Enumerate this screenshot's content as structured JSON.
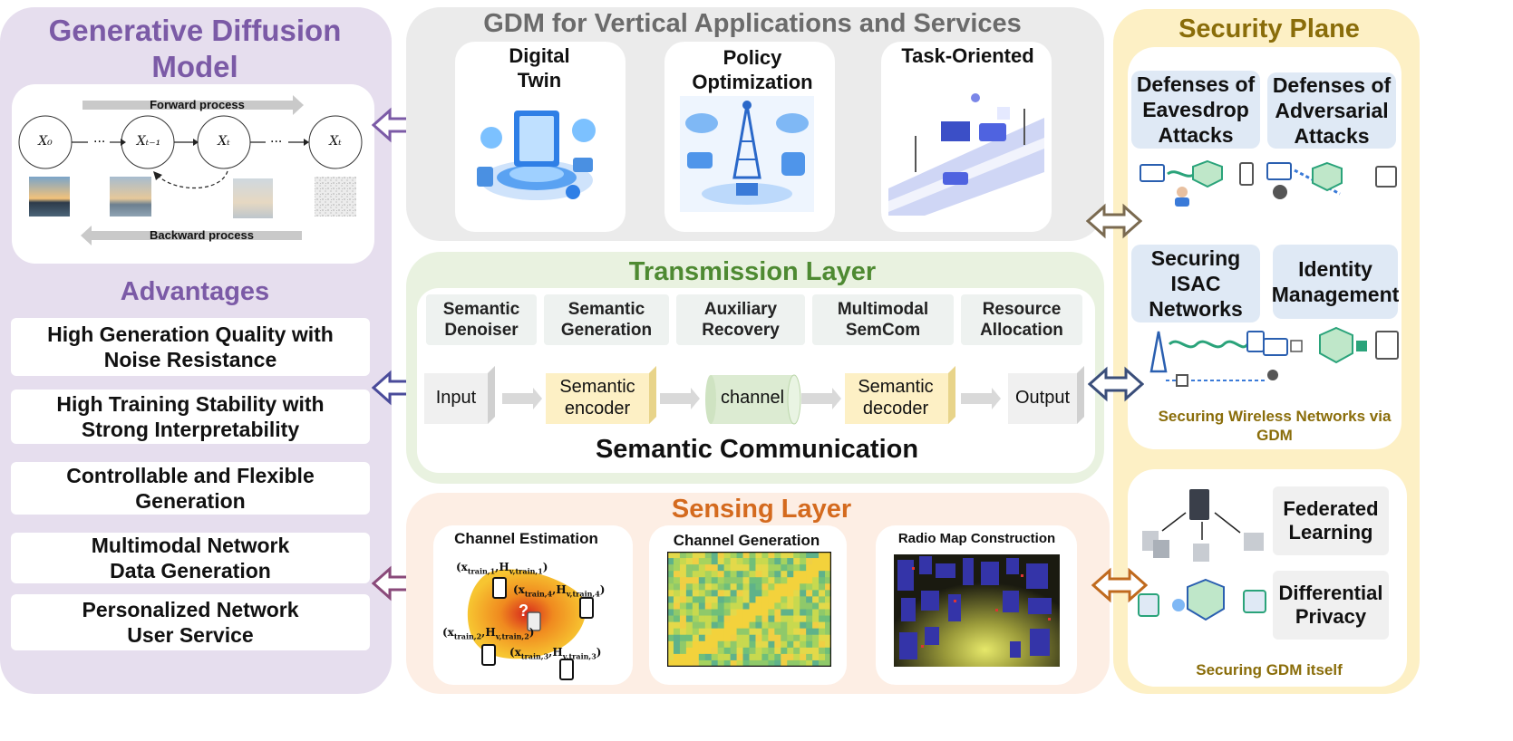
{
  "gdm_panel": {
    "title": "Generative Diffusion Model",
    "forward": "Forward process",
    "backward": "Backward process",
    "nodes": [
      "X₀",
      "Xₜ₋₁",
      "Xₜ",
      "Xₜ"
    ],
    "advantages_title": "Advantages",
    "advantages": [
      "High Generation Quality with Noise Resistance",
      "High Training Stability with Strong Interpretability",
      "Controllable and Flexible Generation",
      "Multimodal Network Data Generation",
      "Personalized Network User Service"
    ]
  },
  "apps_panel": {
    "title": "GDM for Vertical Applications and Services",
    "cards": [
      "Digital Twin",
      "Policy Optimization",
      "Task-Oriented"
    ]
  },
  "transmission": {
    "title": "Transmission Layer",
    "chips": [
      "Semantic Denoiser",
      "Semantic Generation",
      "Auxiliary Recovery",
      "Multimodal SemCom",
      "Resource Allocation"
    ],
    "blocks": [
      "Input",
      "Semantic encoder",
      "channel",
      "Semantic decoder",
      "Output"
    ],
    "subtitle": "Semantic Communication"
  },
  "sensing": {
    "title": "Sensing Layer",
    "cards": [
      "Channel Estimation",
      "Channel Generation",
      "Radio Map Construction"
    ],
    "labels": {
      "a": "(x",
      "t1": "train,1",
      "h1": "H",
      "h1s": "v,train,1",
      "t4": "train,4",
      "h4s": "v,train,4",
      "t2": "train,2",
      "h2s": "v,train,2",
      "t3": "train,3",
      "h3s": "v,train,3"
    }
  },
  "security": {
    "title": "Security Plane",
    "boxes": [
      "Defenses of Eavesdrop Attacks",
      "Defenses of Adversarial Attacks",
      "Securing ISAC Networks",
      "Identity Management"
    ],
    "wireless_caption": "Securing Wireless Networks via GDM",
    "privacy": [
      "Federated Learning",
      "Differential Privacy"
    ],
    "itself_caption": "Securing GDM itself"
  },
  "colors": {
    "purple_panel": "#e6deee",
    "purple_text": "#7b5aa6",
    "gray_panel": "#ebebeb",
    "green_panel": "#e9f2e0",
    "green_text": "#4e8a32",
    "peach_panel": "#fdeee4",
    "orange_text": "#d46a1e",
    "yellow_panel": "#fdf0c5",
    "gold_text": "#8a6d0a"
  }
}
